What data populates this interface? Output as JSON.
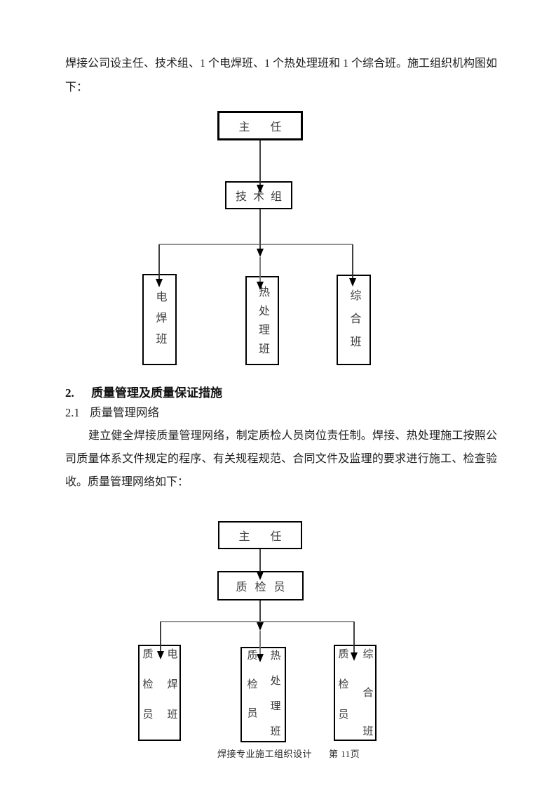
{
  "doc": {
    "paragraph1": "焊接公司设主任、技术组、1 个电焊班、1 个热处理班和 1 个综合班。施工组织机构图如下：",
    "section_heading": {
      "number": "2.",
      "title": "质量管理及质量保证措施"
    },
    "sub_heading": {
      "number": "2.1",
      "title": "质量管理网络"
    },
    "paragraph2": "建立健全焊接质量管理网络，制定质检人员岗位责任制。焊接、热处理施工按照公司质量体系文件规定的程序、有关规程规范、合同文件及监理的要求进行施工、检查验收。质量管理网络如下：",
    "footer": {
      "doc_title": "焊接专业施工组织设计",
      "page_number": "第 11页"
    }
  },
  "org_chart_construction": {
    "root": "主任",
    "level2": "技术组",
    "leaves": [
      "电焊班",
      "热处理班",
      "综合班"
    ]
  },
  "org_chart_quality": {
    "root": "主任",
    "level2": "质检员",
    "leaves": [
      {
        "left_col": "质检员",
        "right_col": "电焊班"
      },
      {
        "left_col": "质检员",
        "right_col": "热处理班"
      },
      {
        "left_col": "质检员",
        "right_col": "综合班"
      }
    ]
  },
  "colors": {
    "background": "#ffffff",
    "text": "#1f1f1f",
    "box_border": "#000000",
    "connector_dark": "#2b2b2b",
    "connector_gray": "#6e6e6e"
  }
}
